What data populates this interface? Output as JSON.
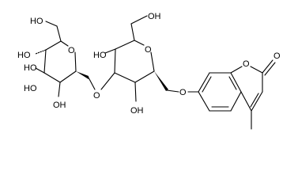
{
  "molecule": {
    "labels": {
      "ho_ch2_left": "HO",
      "ho_left_upper": "HO",
      "ho_left_middle": "HO",
      "ho_left_lower": "HO",
      "o_ring_left": "O",
      "oh_left_bottom": "OH",
      "o_glycosidic": "O",
      "ho_right_upper": "HO",
      "oh_ch2_right": "OH",
      "o_ring_right": "O",
      "oh_right_bottom": "OH",
      "o_aryl": "O",
      "o_coumarin_ring": "O",
      "o_carbonyl": "O"
    }
  }
}
